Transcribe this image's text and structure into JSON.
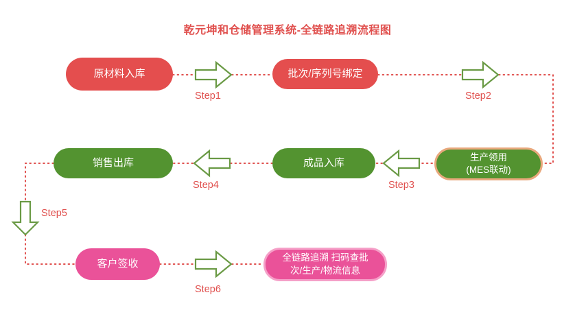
{
  "title": "乾元坤和仓储管理系统-全链路追溯流程图",
  "colors": {
    "title": "#e0504e",
    "red_node": "#e44e4e",
    "green_node": "#539330",
    "pink_node": "#ea5299",
    "mes_border": "#e8a87c",
    "trace_border": "#f5a0c8",
    "arrow_outline": "#6a9a45",
    "arrow_fill": "#ffffff",
    "wire": "#e0504e",
    "node_text": "#ffffff",
    "step_text": "#e0504e"
  },
  "diagram": {
    "type": "flowchart",
    "orientation": "serpentine-3-rows",
    "nodes": [
      {
        "id": "n1",
        "label": "原材料入库",
        "row": 1,
        "fill": "red",
        "border": "none"
      },
      {
        "id": "n2",
        "label": "批次/序列号绑定",
        "row": 1,
        "fill": "red",
        "border": "none"
      },
      {
        "id": "n3",
        "label": "生产领用\n(MES联动)",
        "row": 2,
        "fill": "green",
        "border": "mes"
      },
      {
        "id": "n4",
        "label": "成品入库",
        "row": 2,
        "fill": "green",
        "border": "none"
      },
      {
        "id": "n5",
        "label": "销售出库",
        "row": 2,
        "fill": "green",
        "border": "none"
      },
      {
        "id": "n6",
        "label": "客户签收",
        "row": 3,
        "fill": "pink",
        "border": "none"
      },
      {
        "id": "n7",
        "label": "全链路追溯 扫码查批\n次/生产/物流信息",
        "row": 3,
        "fill": "pink",
        "border": "trace"
      }
    ],
    "node_labels": {
      "n1": "原材料入库",
      "n2": "批次/序列号绑定",
      "n3_line1": "生产领用",
      "n3_line2": "(MES联动)",
      "n4": "成品入库",
      "n5": "销售出库",
      "n6": "客户签收",
      "n7_line1": "全链路追溯 扫码查批",
      "n7_line2": "次/生产/物流信息"
    },
    "steps": [
      {
        "id": "s1",
        "label": "Step1",
        "from": "n1",
        "to": "n2",
        "direction": "right"
      },
      {
        "id": "s2",
        "label": "Step2",
        "from": "n2",
        "to": "n3",
        "direction": "right"
      },
      {
        "id": "s3",
        "label": "Step3",
        "from": "n3",
        "to": "n4",
        "direction": "left"
      },
      {
        "id": "s4",
        "label": "Step4",
        "from": "n4",
        "to": "n5",
        "direction": "left"
      },
      {
        "id": "s5",
        "label": "Step5",
        "from": "n5",
        "to": "n6",
        "direction": "down"
      },
      {
        "id": "s6",
        "label": "Step6",
        "from": "n6",
        "to": "n7",
        "direction": "right"
      }
    ],
    "step_labels": {
      "s1": "Step1",
      "s2": "Step2",
      "s3": "Step3",
      "s4": "Step4",
      "s5": "Step5",
      "s6": "Step6"
    }
  }
}
